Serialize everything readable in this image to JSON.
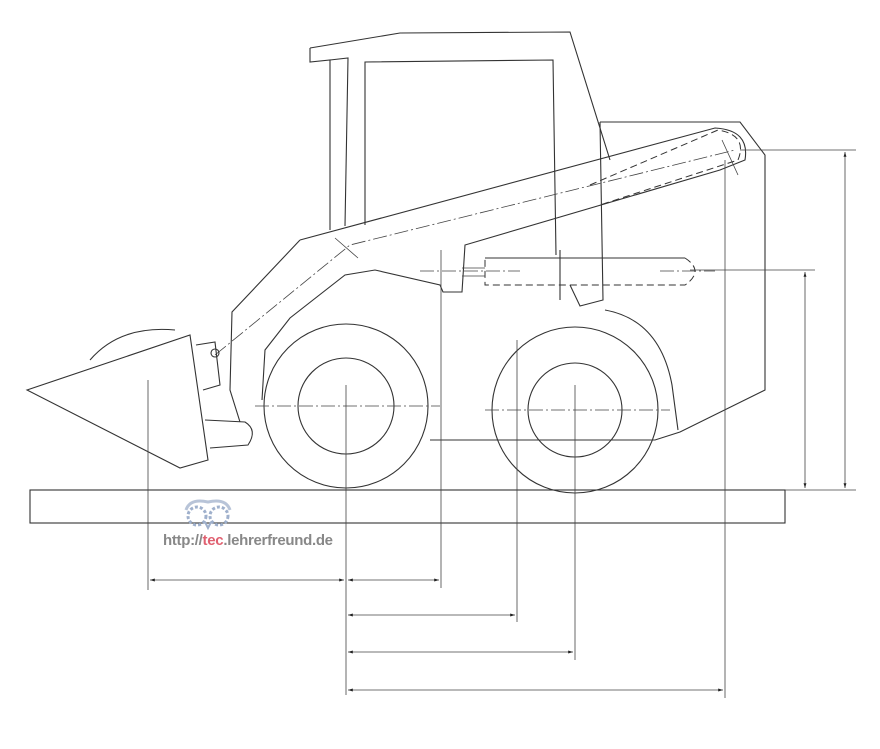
{
  "watermark": {
    "prefix": "http://",
    "accent": "tec",
    "suffix": ".lehrerfreund.de",
    "accent_color": "#e06070",
    "text_color": "#888888"
  },
  "drawing": {
    "subject": "skid-steer-loader",
    "line_color": "#333333"
  }
}
